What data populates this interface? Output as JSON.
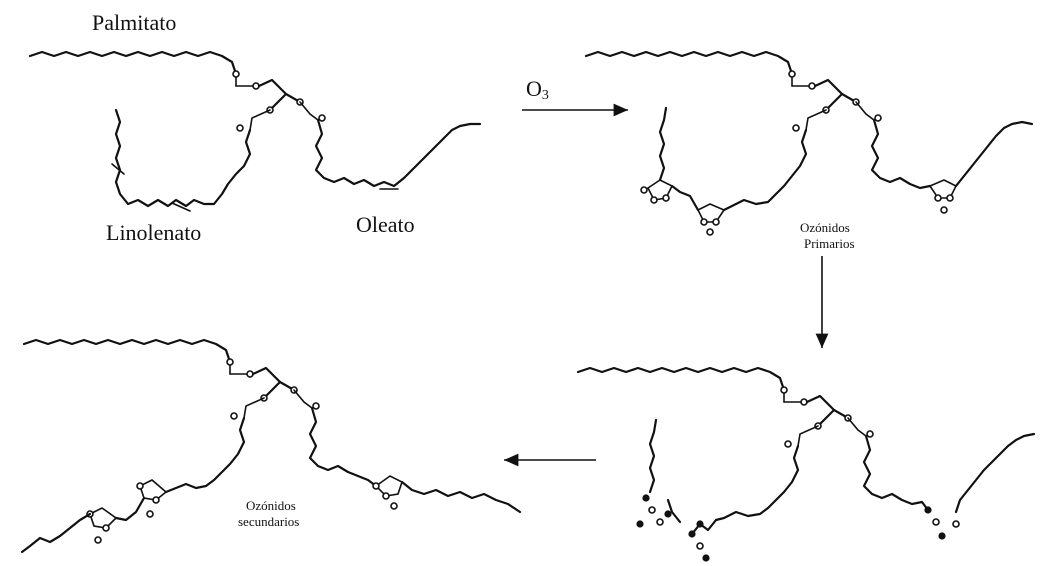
{
  "labels": {
    "palmitato": "Palmitato",
    "linolenato": "Linolenato",
    "oleato": "Oleato",
    "ozone": "O",
    "ozone_sub": "3",
    "primarios_line1": "Ozónidos",
    "primarios_line2": "Primarios",
    "secundarios_line1": "Ozónidos",
    "secundarios_line2": "secundarios"
  }
}
